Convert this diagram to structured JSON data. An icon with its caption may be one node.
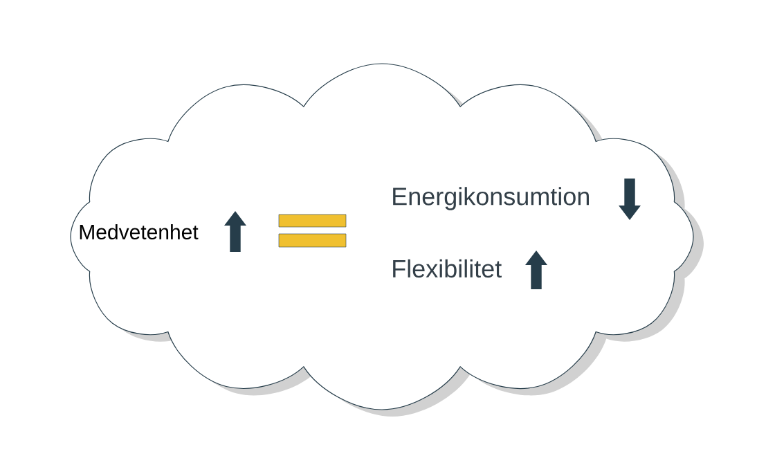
{
  "diagram": {
    "nodes": [
      {
        "text": [
          "Medvetenhet",
          "Energikonsumtion",
          "Flexibilitet"
        ]
      }
    ]
  }
}
